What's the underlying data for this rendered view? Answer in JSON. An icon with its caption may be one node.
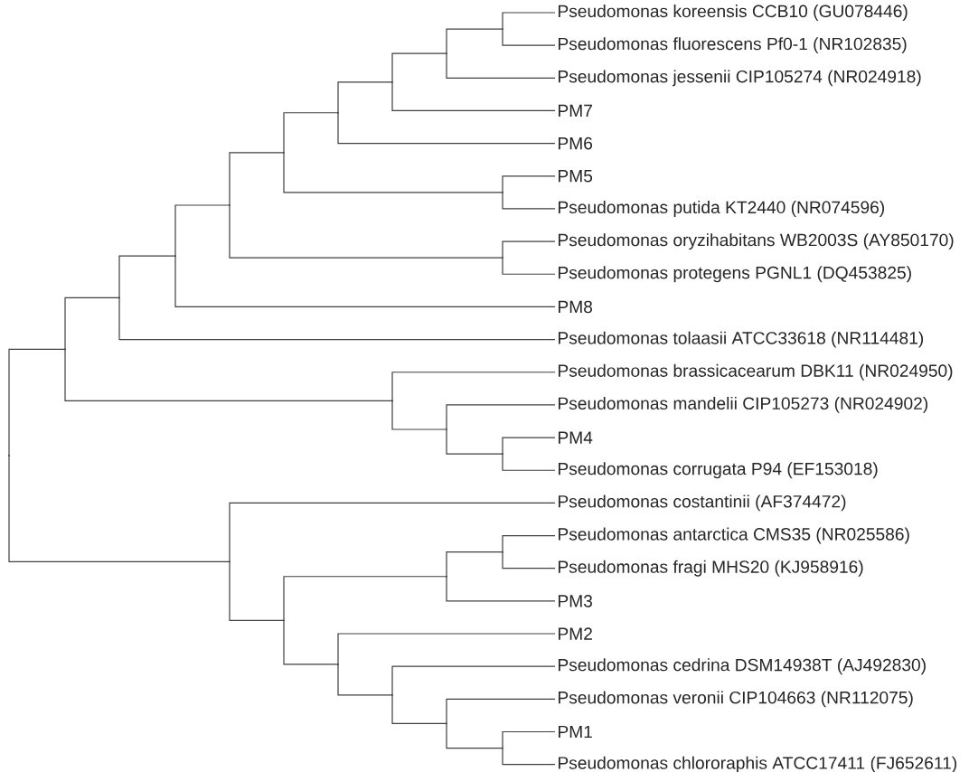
{
  "diagram": {
    "nodes": [
      {
        "text": [
          "Pseudomonas koreensis CCB10 (GU078446)"
        ]
      },
      {
        "text": [
          "Pseudomonas fluorescens Pf0-1 (NR102835)"
        ]
      },
      {
        "text": [
          "Pseudomonas jessenii CIP105274 (NR024918)"
        ]
      },
      {
        "text": [
          "PM7"
        ]
      },
      {
        "text": [
          "PM6"
        ]
      },
      {
        "text": [
          "PM5"
        ]
      },
      {
        "text": [
          "Pseudomonas putida KT2440 (NR074596)"
        ]
      },
      {
        "text": [
          "Pseudomonas oryzihabitans WB2003S (AY850170)"
        ]
      },
      {
        "text": [
          "Pseudomonas protegens PGNL1 (DQ453825)"
        ]
      },
      {
        "text": [
          "PM8"
        ]
      },
      {
        "text": [
          "Pseudomonas tolaasii ATCC33618 (NR114481)"
        ]
      },
      {
        "text": [
          "Pseudomonas brassicacearum DBK11 (NR024950)"
        ]
      },
      {
        "text": [
          "Pseudomonas mandelii CIP105273 (NR024902)"
        ]
      },
      {
        "text": [
          "PM4"
        ]
      },
      {
        "text": [
          "Pseudomonas corrugata P94 (EF153018)"
        ]
      },
      {
        "text": [
          "Pseudomonas costantinii (AF374472)"
        ]
      },
      {
        "text": [
          "Pseudomonas antarctica CMS35 (NR025586)"
        ]
      },
      {
        "text": [
          "Pseudomonas fragi MHS20 (KJ958916)"
        ]
      },
      {
        "text": [
          "PM3"
        ]
      },
      {
        "text": [
          "PM2"
        ]
      },
      {
        "text": [
          "Pseudomonas cedrina DSM14938T (AJ492830)"
        ]
      },
      {
        "text": [
          "Pseudomonas veronii CIP104663 (NR112075)"
        ]
      },
      {
        "text": [
          "PM1"
        ]
      },
      {
        "text": [
          "Pseudomonas chlororaphis ATCC17411 (FJ652611)"
        ]
      },
      {
        "text": [],
        "shape": "point"
      },
      {
        "text": [],
        "shape": "point"
      },
      {
        "text": [],
        "shape": "point"
      },
      {
        "text": [],
        "shape": "point"
      },
      {
        "text": [],
        "shape": "point"
      },
      {
        "text": [],
        "shape": "point"
      },
      {
        "text": [],
        "shape": "point"
      },
      {
        "text": [],
        "shape": "point"
      },
      {
        "text": [],
        "shape": "point"
      },
      {
        "text": [],
        "shape": "point"
      },
      {
        "text": [],
        "shape": "point"
      },
      {
        "text": [],
        "shape": "point"
      },
      {
        "text": [],
        "shape": "point"
      },
      {
        "text": [],
        "shape": "point"
      },
      {
        "text": [],
        "shape": "point"
      },
      {
        "text": [],
        "shape": "point"
      },
      {
        "text": [],
        "shape": "point"
      },
      {
        "text": [],
        "shape": "point"
      },
      {
        "text": [],
        "shape": "point"
      },
      {
        "text": [],
        "shape": "point"
      },
      {
        "text": [],
        "shape": "point"
      },
      {
        "text": [],
        "shape": "point"
      },
      {
        "text": [],
        "shape": "point"
      }
    ],
    "edges": [
      {
        "from": 24,
        "to": 25,
        "arrow": "none"
      },
      {
        "from": 24,
        "to": 39,
        "arrow": "none"
      },
      {
        "from": 25,
        "to": 26,
        "arrow": "none"
      },
      {
        "from": 25,
        "to": 36,
        "arrow": "none"
      },
      {
        "from": 26,
        "to": 27,
        "arrow": "none"
      },
      {
        "from": 26,
        "to": 10,
        "arrow": "none"
      },
      {
        "from": 27,
        "to": 28,
        "arrow": "none"
      },
      {
        "from": 27,
        "to": 9,
        "arrow": "none"
      },
      {
        "from": 28,
        "to": 29,
        "arrow": "none"
      },
      {
        "from": 28,
        "to": 35,
        "arrow": "none"
      },
      {
        "from": 29,
        "to": 30,
        "arrow": "none"
      },
      {
        "from": 29,
        "to": 34,
        "arrow": "none"
      },
      {
        "from": 30,
        "to": 31,
        "arrow": "none"
      },
      {
        "from": 30,
        "to": 4,
        "arrow": "none"
      },
      {
        "from": 31,
        "to": 32,
        "arrow": "none"
      },
      {
        "from": 31,
        "to": 3,
        "arrow": "none"
      },
      {
        "from": 32,
        "to": 33,
        "arrow": "none"
      },
      {
        "from": 32,
        "to": 2,
        "arrow": "none"
      },
      {
        "from": 33,
        "to": 0,
        "arrow": "none"
      },
      {
        "from": 33,
        "to": 1,
        "arrow": "none"
      },
      {
        "from": 34,
        "to": 5,
        "arrow": "none"
      },
      {
        "from": 34,
        "to": 6,
        "arrow": "none"
      },
      {
        "from": 35,
        "to": 7,
        "arrow": "none"
      },
      {
        "from": 35,
        "to": 8,
        "arrow": "none"
      },
      {
        "from": 36,
        "to": 11,
        "arrow": "none"
      },
      {
        "from": 36,
        "to": 37,
        "arrow": "none"
      },
      {
        "from": 37,
        "to": 12,
        "arrow": "none"
      },
      {
        "from": 37,
        "to": 38,
        "arrow": "none"
      },
      {
        "from": 38,
        "to": 13,
        "arrow": "none"
      },
      {
        "from": 38,
        "to": 14,
        "arrow": "none"
      },
      {
        "from": 39,
        "to": 15,
        "arrow": "none"
      },
      {
        "from": 39,
        "to": 40,
        "arrow": "none"
      },
      {
        "from": 40,
        "to": 41,
        "arrow": "none"
      },
      {
        "from": 40,
        "to": 43,
        "arrow": "none"
      },
      {
        "from": 41,
        "to": 42,
        "arrow": "none"
      },
      {
        "from": 41,
        "to": 18,
        "arrow": "none"
      },
      {
        "from": 42,
        "to": 16,
        "arrow": "none"
      },
      {
        "from": 42,
        "to": 17,
        "arrow": "none"
      },
      {
        "from": 43,
        "to": 19,
        "arrow": "none"
      },
      {
        "from": 43,
        "to": 44,
        "arrow": "none"
      },
      {
        "from": 44,
        "to": 20,
        "arrow": "none"
      },
      {
        "from": 44,
        "to": 45,
        "arrow": "none"
      },
      {
        "from": 45,
        "to": 21,
        "arrow": "none"
      },
      {
        "from": 45,
        "to": 46,
        "arrow": "none"
      },
      {
        "from": 46,
        "to": 22,
        "arrow": "none"
      },
      {
        "from": 46,
        "to": 23,
        "arrow": "none"
      }
    ]
  }
}
